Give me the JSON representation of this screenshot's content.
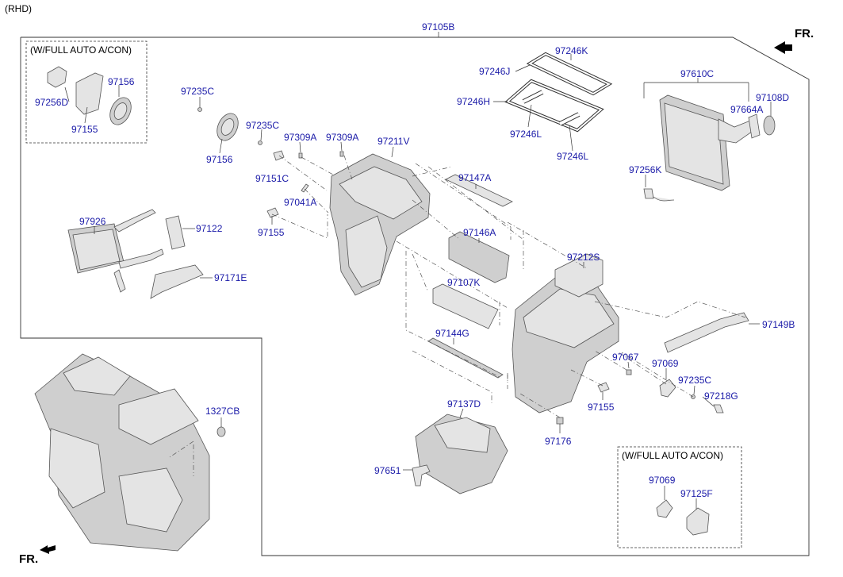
{
  "corner_note": "(RHD)",
  "front_marker": "FR.",
  "assembly_part": "97105B",
  "option_boxes": [
    {
      "title": "(W/FULL AUTO A/CON)"
    },
    {
      "title": "(W/FULL AUTO A/CON)"
    }
  ],
  "part_labels": [
    {
      "id": "97256D",
      "text": "97256D"
    },
    {
      "id": "97156-box",
      "text": "97156"
    },
    {
      "id": "97155-box",
      "text": "97155"
    },
    {
      "id": "97235C-a",
      "text": "97235C"
    },
    {
      "id": "97235C-b",
      "text": "97235C"
    },
    {
      "id": "97156",
      "text": "97156"
    },
    {
      "id": "97309A-a",
      "text": "97309A"
    },
    {
      "id": "97309A-b",
      "text": "97309A"
    },
    {
      "id": "97211V",
      "text": "97211V"
    },
    {
      "id": "97151C",
      "text": "97151C"
    },
    {
      "id": "97041A",
      "text": "97041A"
    },
    {
      "id": "97155-a",
      "text": "97155"
    },
    {
      "id": "97926",
      "text": "97926"
    },
    {
      "id": "97122",
      "text": "97122"
    },
    {
      "id": "97171E",
      "text": "97171E"
    },
    {
      "id": "97246K",
      "text": "97246K"
    },
    {
      "id": "97246J",
      "text": "97246J"
    },
    {
      "id": "97246H",
      "text": "97246H"
    },
    {
      "id": "97246L-a",
      "text": "97246L"
    },
    {
      "id": "97246L-b",
      "text": "97246L"
    },
    {
      "id": "97147A",
      "text": "97147A"
    },
    {
      "id": "97146A",
      "text": "97146A"
    },
    {
      "id": "97107K",
      "text": "97107K"
    },
    {
      "id": "97144G",
      "text": "97144G"
    },
    {
      "id": "97212S",
      "text": "97212S"
    },
    {
      "id": "97610C",
      "text": "97610C"
    },
    {
      "id": "97108D",
      "text": "97108D"
    },
    {
      "id": "97664A",
      "text": "97664A"
    },
    {
      "id": "97256K",
      "text": "97256K"
    },
    {
      "id": "97149B",
      "text": "97149B"
    },
    {
      "id": "97067",
      "text": "97067"
    },
    {
      "id": "97069-a",
      "text": "97069"
    },
    {
      "id": "97235C-c",
      "text": "97235C"
    },
    {
      "id": "97218G",
      "text": "97218G"
    },
    {
      "id": "97155-b",
      "text": "97155"
    },
    {
      "id": "97176",
      "text": "97176"
    },
    {
      "id": "97137D",
      "text": "97137D"
    },
    {
      "id": "97651",
      "text": "97651"
    },
    {
      "id": "1327CB",
      "text": "1327CB"
    },
    {
      "id": "97069-b",
      "text": "97069"
    },
    {
      "id": "97125F",
      "text": "97125F"
    }
  ]
}
